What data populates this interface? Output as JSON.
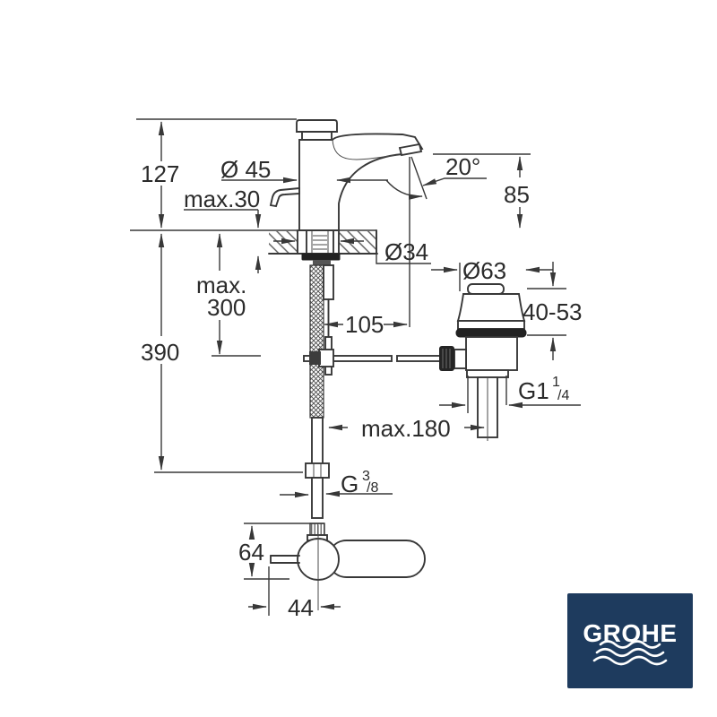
{
  "page": {
    "background_color": "#ffffff"
  },
  "brand_logo": {
    "text": "GROHE",
    "background_color": "#1e3b5e",
    "text_color": "#ffffff"
  },
  "dimensions": {
    "overall_height": "127",
    "max_deck_thickness": "max.30",
    "body_diameter": "Ø 45",
    "stream_angle": "20°",
    "spout_height": "85",
    "hole_diameter": "Ø34",
    "max_hose_drop_line1": "max.",
    "max_hose_drop_line2": "300",
    "total_depth": "390",
    "spout_reach": "105",
    "waste_flange_diameter": "Ø63",
    "clamping_range": "40-53",
    "waste_thread": {
      "main": "G1",
      "numerator": "1",
      "denominator": "/4"
    },
    "max_rod_reach": "max.180",
    "supply_thread": {
      "main": "G",
      "numerator": "3",
      "denominator": "/8"
    },
    "handle_depth": "64",
    "handle_offset": "44"
  }
}
